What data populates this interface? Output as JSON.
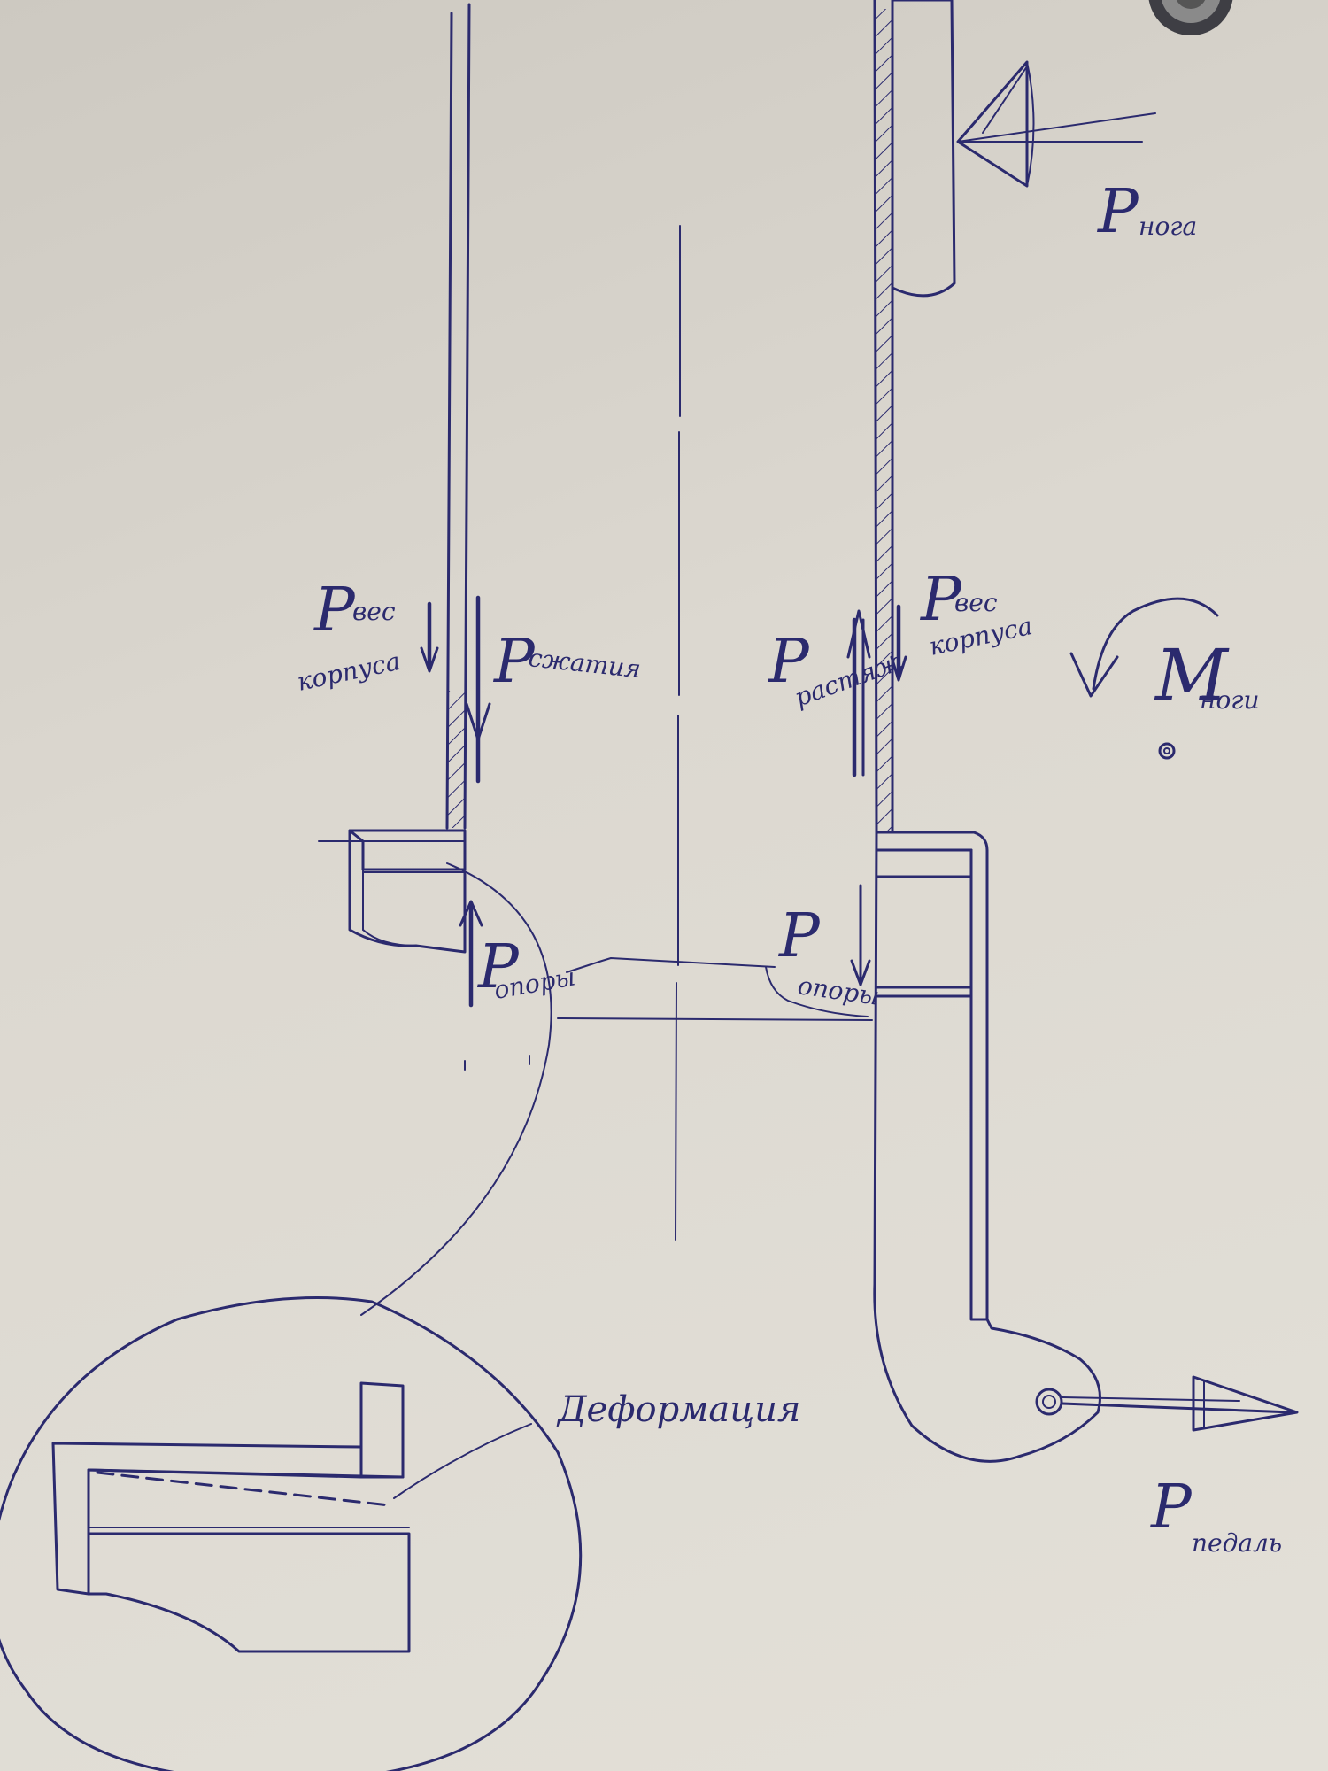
{
  "labels": {
    "p_noga": {
      "main": "P",
      "sub": "нога"
    },
    "p_ves_left": {
      "main": "P",
      "sub_top": "вес",
      "sub_bottom": "корпуса"
    },
    "p_szhatiya": {
      "main": "P",
      "sub": "сжатия"
    },
    "p_rastyazh": {
      "main": "P",
      "sub": "растяж"
    },
    "p_ves_right": {
      "main": "P",
      "sub_top": "вес",
      "sub_bottom": "корпуса"
    },
    "m_nogi": {
      "main": "M",
      "sub": "ноги"
    },
    "p_opory_left": {
      "main": "P",
      "sub": "опоры"
    },
    "p_opory_right": {
      "main": "P",
      "sub": "опоры"
    },
    "p_pedal": {
      "main": "P",
      "sub": "педаль"
    },
    "deformation": "Деформация"
  },
  "colors": {
    "ink": "#2b2a6e",
    "paper": "#dcd8d0"
  }
}
